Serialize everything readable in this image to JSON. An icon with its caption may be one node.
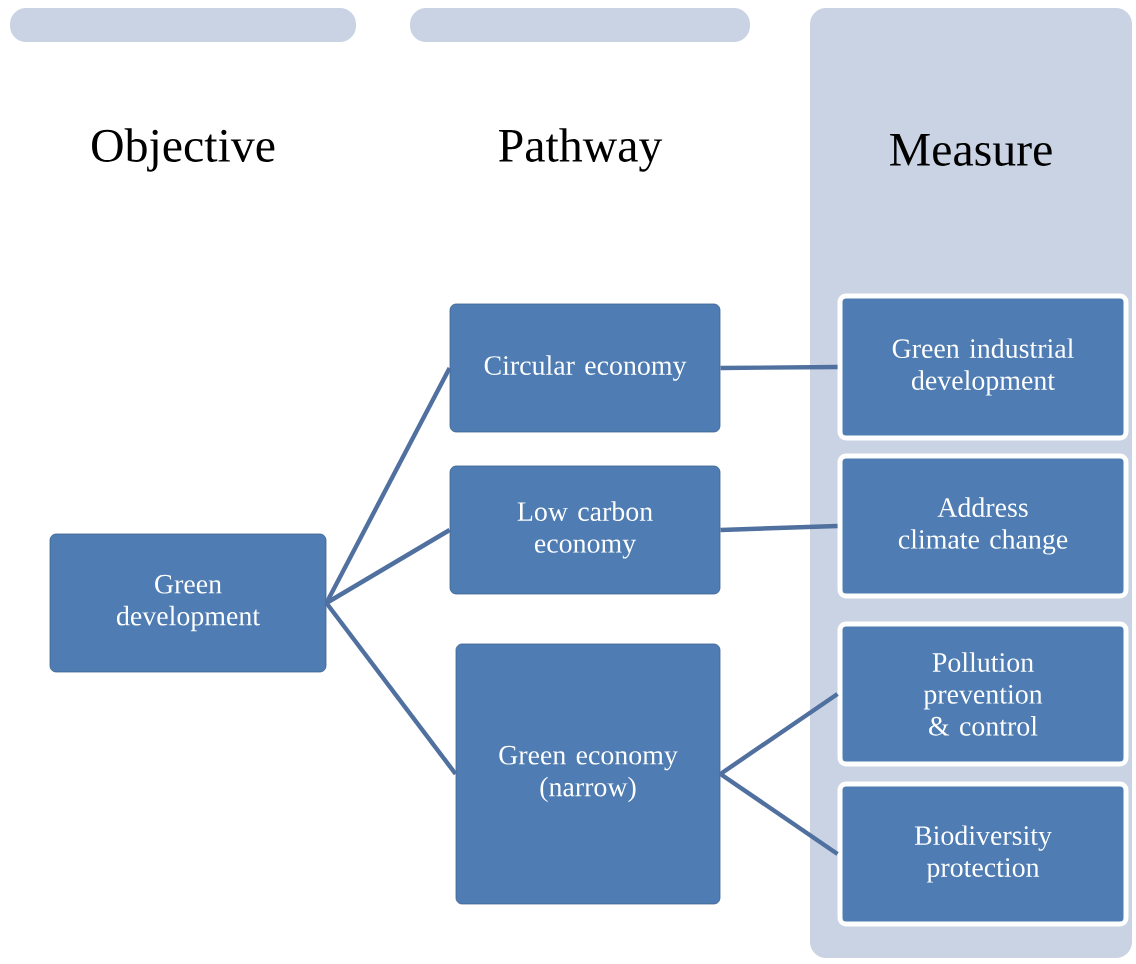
{
  "diagram": {
    "nodes": [
      {
        "text": [
          "Objective"
        ]
      },
      {
        "text": [
          "Pathway"
        ]
      },
      {
        "text": [
          "Measure"
        ]
      },
      {
        "text": [
          "Green development"
        ]
      },
      {
        "text": [
          "Circular economy"
        ]
      },
      {
        "text": [
          "Low carbon economy"
        ]
      },
      {
        "text": [
          "Green economy (narrow)"
        ]
      },
      {
        "text": [
          "Green industrial development"
        ],
        "in": 2
      },
      {
        "text": [
          "Address climate change"
        ],
        "in": 2
      },
      {
        "text": [
          "Pollution prevention & control"
        ],
        "in": 2
      },
      {
        "text": [
          "Biodiversity protection"
        ],
        "in": 2
      }
    ],
    "edges": [
      {
        "from": 3,
        "to": 4,
        "arrow": "none"
      },
      {
        "from": 3,
        "to": 5,
        "arrow": "none"
      },
      {
        "from": 3,
        "to": 6,
        "arrow": "none"
      },
      {
        "from": 4,
        "to": 7,
        "arrow": "none"
      },
      {
        "from": 5,
        "to": 8,
        "arrow": "none"
      },
      {
        "from": 6,
        "to": 9,
        "arrow": "none"
      },
      {
        "from": 6,
        "to": 10,
        "arrow": "none"
      }
    ]
  }
}
